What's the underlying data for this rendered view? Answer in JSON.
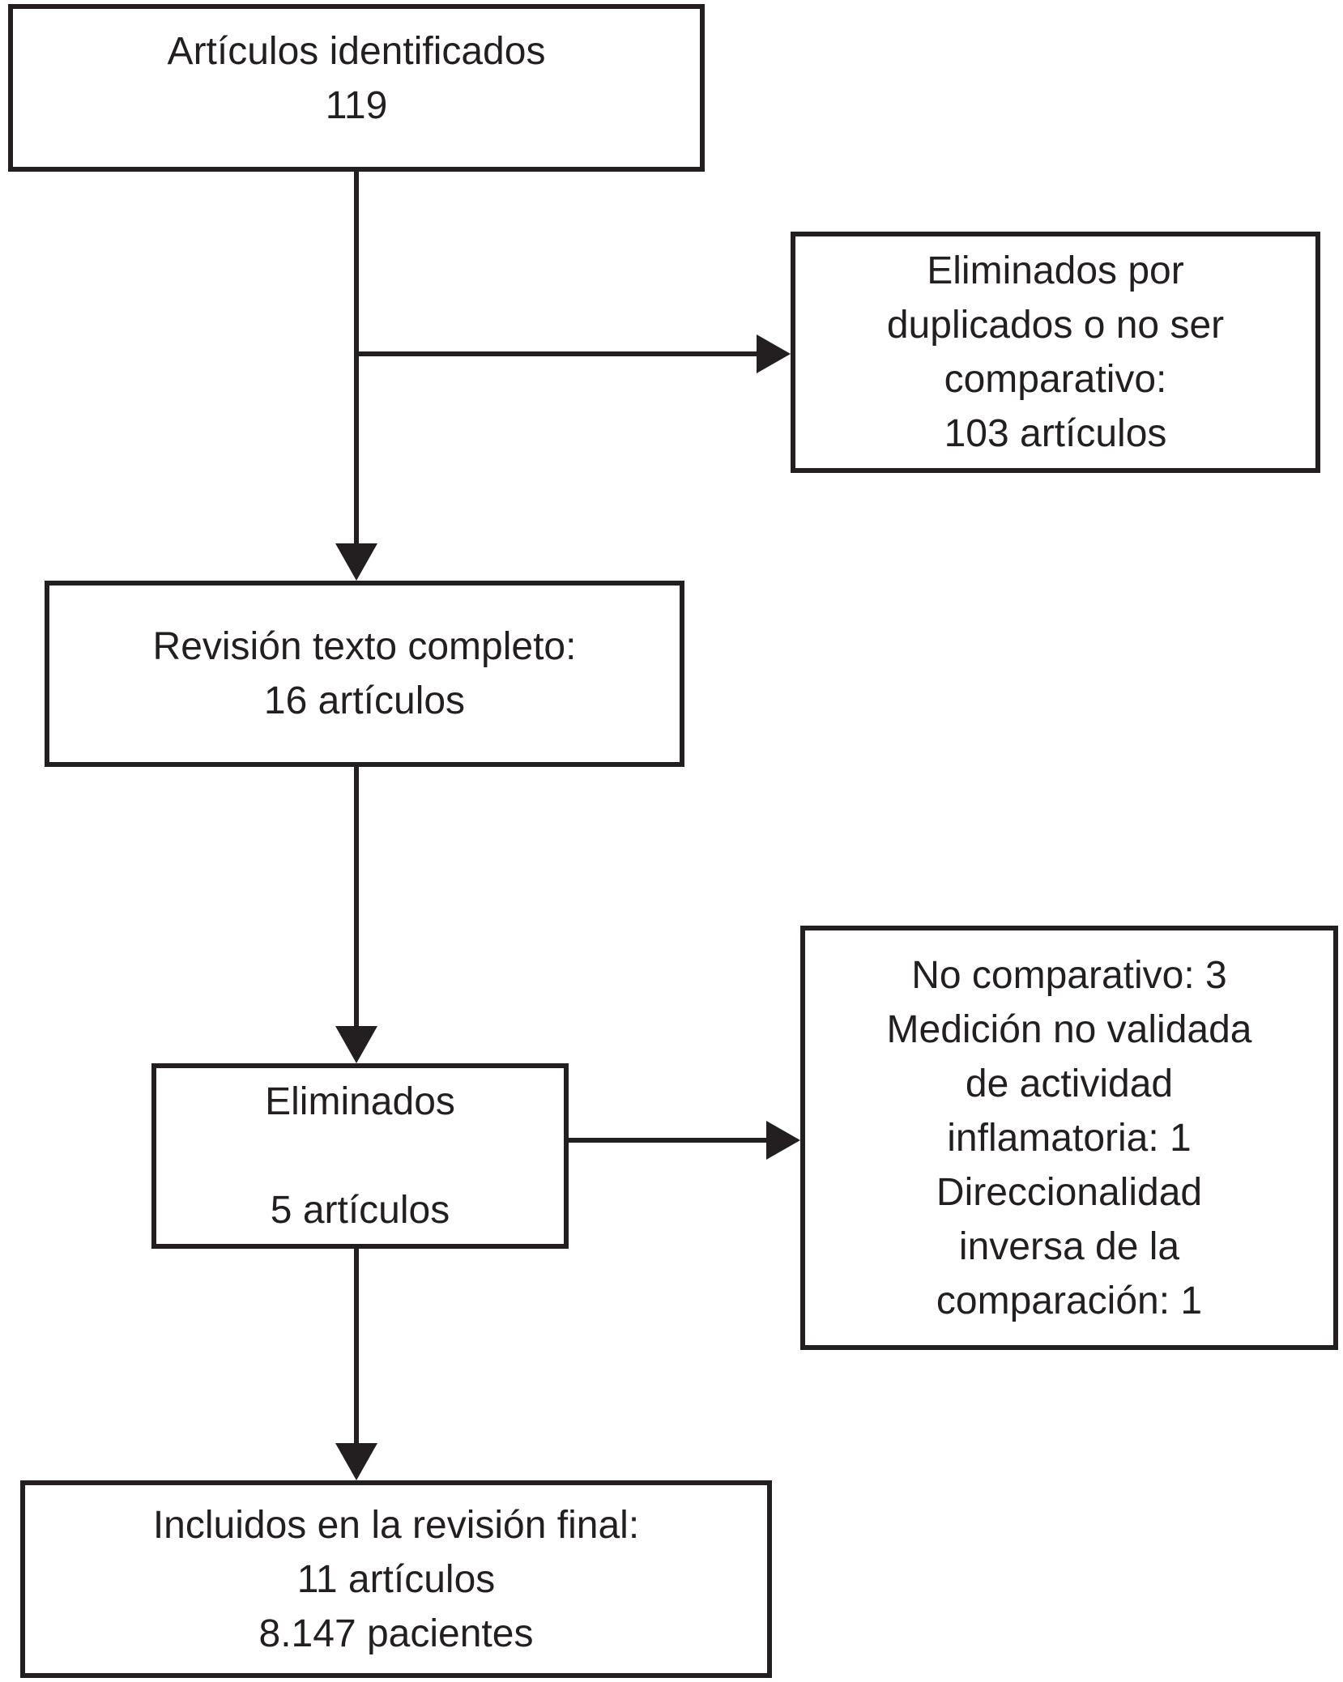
{
  "flowchart": {
    "colors": {
      "ink": "#231f20",
      "background": "#ffffff",
      "box_fill": "#ffffff"
    },
    "boxes": [
      {
        "id": "articles-identified",
        "text": "Artículos identificados\n119"
      },
      {
        "id": "removed-duplicates-or-not-comparative",
        "text": "Eliminados por\nduplicados o no ser\ncomparativo:\n103 artículos"
      },
      {
        "id": "full-text-review",
        "text": "Revisión texto completo:\n16 artículos"
      },
      {
        "id": "eliminated",
        "text": "Eliminados\n\n5 artículos"
      },
      {
        "id": "elimination-reasons",
        "text": "No comparativo: 3\nMedición no validada\nde actividad\ninflamatoria: 1\nDireccionalidad\ninversa de la\ncomparación: 1"
      },
      {
        "id": "included-final-review",
        "text": "Incluidos en la revisión final:\n11 artículos\n8.147 pacientes"
      }
    ]
  }
}
